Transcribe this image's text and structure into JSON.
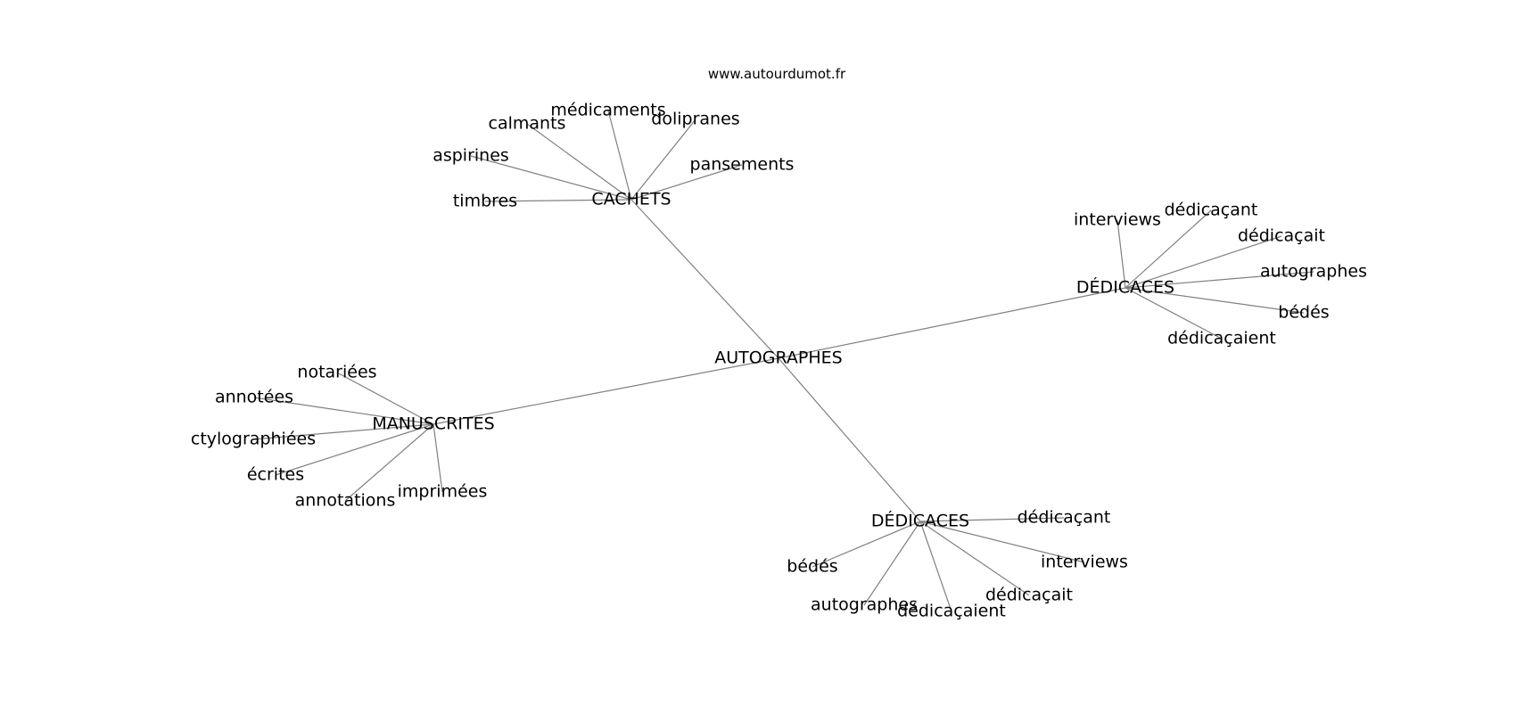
{
  "source": "www.autourdumot.fr",
  "root": "AUTOGRAPHES",
  "branches": [
    {
      "id": "cachets",
      "label": "CACHETS",
      "children": [
        "médicaments",
        "calmants",
        "dolipranes",
        "aspirines",
        "pansements",
        "timbres"
      ]
    },
    {
      "id": "dedicaces-1",
      "label": "DÉDICACES",
      "children": [
        "interviews",
        "dédicaçant",
        "dédicaçait",
        "autographes",
        "bédés",
        "dédicaçaient"
      ]
    },
    {
      "id": "manuscrites",
      "label": "MANUSCRITES",
      "children": [
        "notariées",
        "annotées",
        "ctylographiées",
        "écrites",
        "annotations",
        "imprimées"
      ]
    },
    {
      "id": "dedicaces-2",
      "label": "DÉDICACES",
      "children": [
        "dédicaçant",
        "interviews",
        "bédés",
        "dédicaçait",
        "autographes",
        "dédicaçaient"
      ]
    }
  ]
}
